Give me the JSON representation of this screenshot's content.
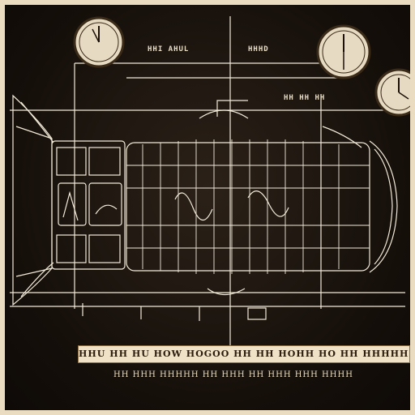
{
  "labels": {
    "top_left": "HHI AHUL",
    "top_center": "HHHD",
    "right": "HH HH HH"
  },
  "captions": {
    "main": "HHU HH HU HOW HOGOO HH HH HOHH HO HH HHHHHH",
    "sub": "HH HHH HHHHH HH HHH HH HHH HHH HHHH"
  },
  "clocks": [
    {
      "name": "clock-left",
      "hour": 12,
      "minute": 55
    },
    {
      "name": "clock-right-top",
      "hour": 12,
      "minute": 30
    },
    {
      "name": "clock-right-mid",
      "hour": 12,
      "minute": 20
    }
  ],
  "colors": {
    "ink": "#f2ead8",
    "paper": "#e9dcc0",
    "background": "#150f0a"
  }
}
